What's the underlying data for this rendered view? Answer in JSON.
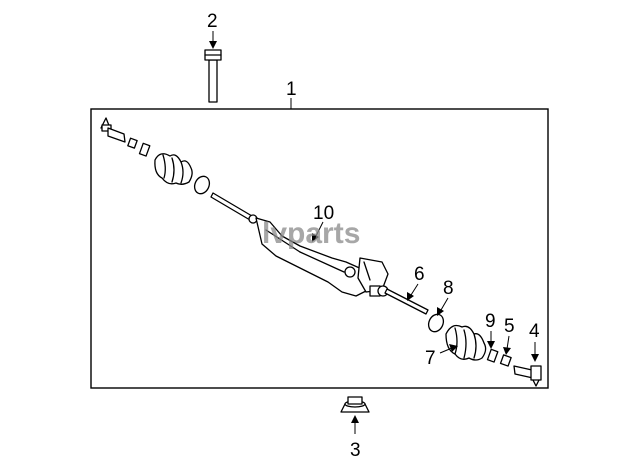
{
  "watermark": "lvparts",
  "callouts": [
    {
      "id": "callout-1",
      "label": "1"
    },
    {
      "id": "callout-2",
      "label": "2"
    },
    {
      "id": "callout-3",
      "label": "3"
    },
    {
      "id": "callout-4",
      "label": "4"
    },
    {
      "id": "callout-5",
      "label": "5"
    },
    {
      "id": "callout-6",
      "label": "6"
    },
    {
      "id": "callout-7",
      "label": "7"
    },
    {
      "id": "callout-8",
      "label": "8"
    },
    {
      "id": "callout-9",
      "label": "9"
    },
    {
      "id": "callout-10",
      "label": "10"
    }
  ]
}
